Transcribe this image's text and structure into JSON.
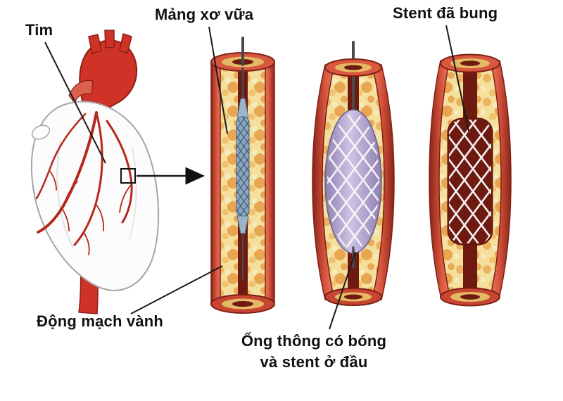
{
  "figure": {
    "labels": {
      "heart": "Tim",
      "plaque": "Mảng xơ vữa",
      "stent_deployed": "Stent đã bung",
      "coronary_artery": "Động mạch vành",
      "balloon_catheter_line1": "Ống thông có bóng",
      "balloon_catheter_line2": "và stent ở đầu"
    },
    "colors": {
      "background": "#ffffff",
      "label_text": "#111111",
      "pointer_line": "#1a1a1a",
      "artery_wall": "#cc4a33",
      "artery_wall_dark": "#7f2015",
      "artery_wall_light": "#e8775c",
      "lumen": "#6e1a10",
      "plaque_base": "#f4df9d",
      "plaque_spot": "#e8a04a",
      "balloon": "#a795c6",
      "balloon_light": "#cfc3e4",
      "stent_mesh": "#f4f4f4",
      "stent_crimped": "#8ca6c0",
      "stent_crimped_line": "#46607e",
      "catheter": "#4a4a4a",
      "heart_fill": "#fcfcfc",
      "heart_outline": "#a5a5a5",
      "heart_vessel": "#b5281d",
      "aorta": "#cf3227"
    }
  }
}
